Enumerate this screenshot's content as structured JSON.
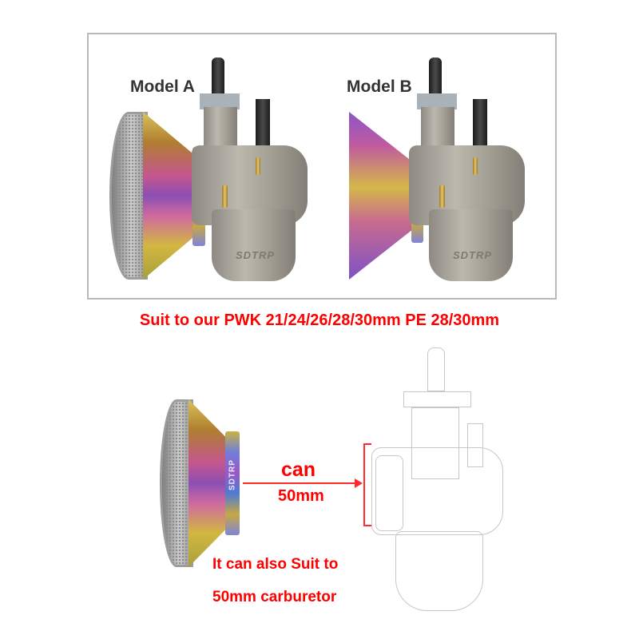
{
  "top_panel": {
    "models": [
      {
        "label": "Model A"
      },
      {
        "label": "Model B"
      }
    ],
    "brand_marks": [
      "SDTRP",
      "SDTRP"
    ]
  },
  "headline": "Suit to our PWK 21/24/26/28/30mm  PE 28/30mm",
  "bottom_panel": {
    "arrow_label_top": "can",
    "arrow_label_bottom": "50mm",
    "caption_line1": "It can also  Suit to",
    "caption_line2": "50mm carburetor",
    "brand_mark": "SDTRP"
  },
  "colors": {
    "accent_red": "#ff0000",
    "frame_border": "#b9b9b9",
    "label_dark": "#333333"
  }
}
